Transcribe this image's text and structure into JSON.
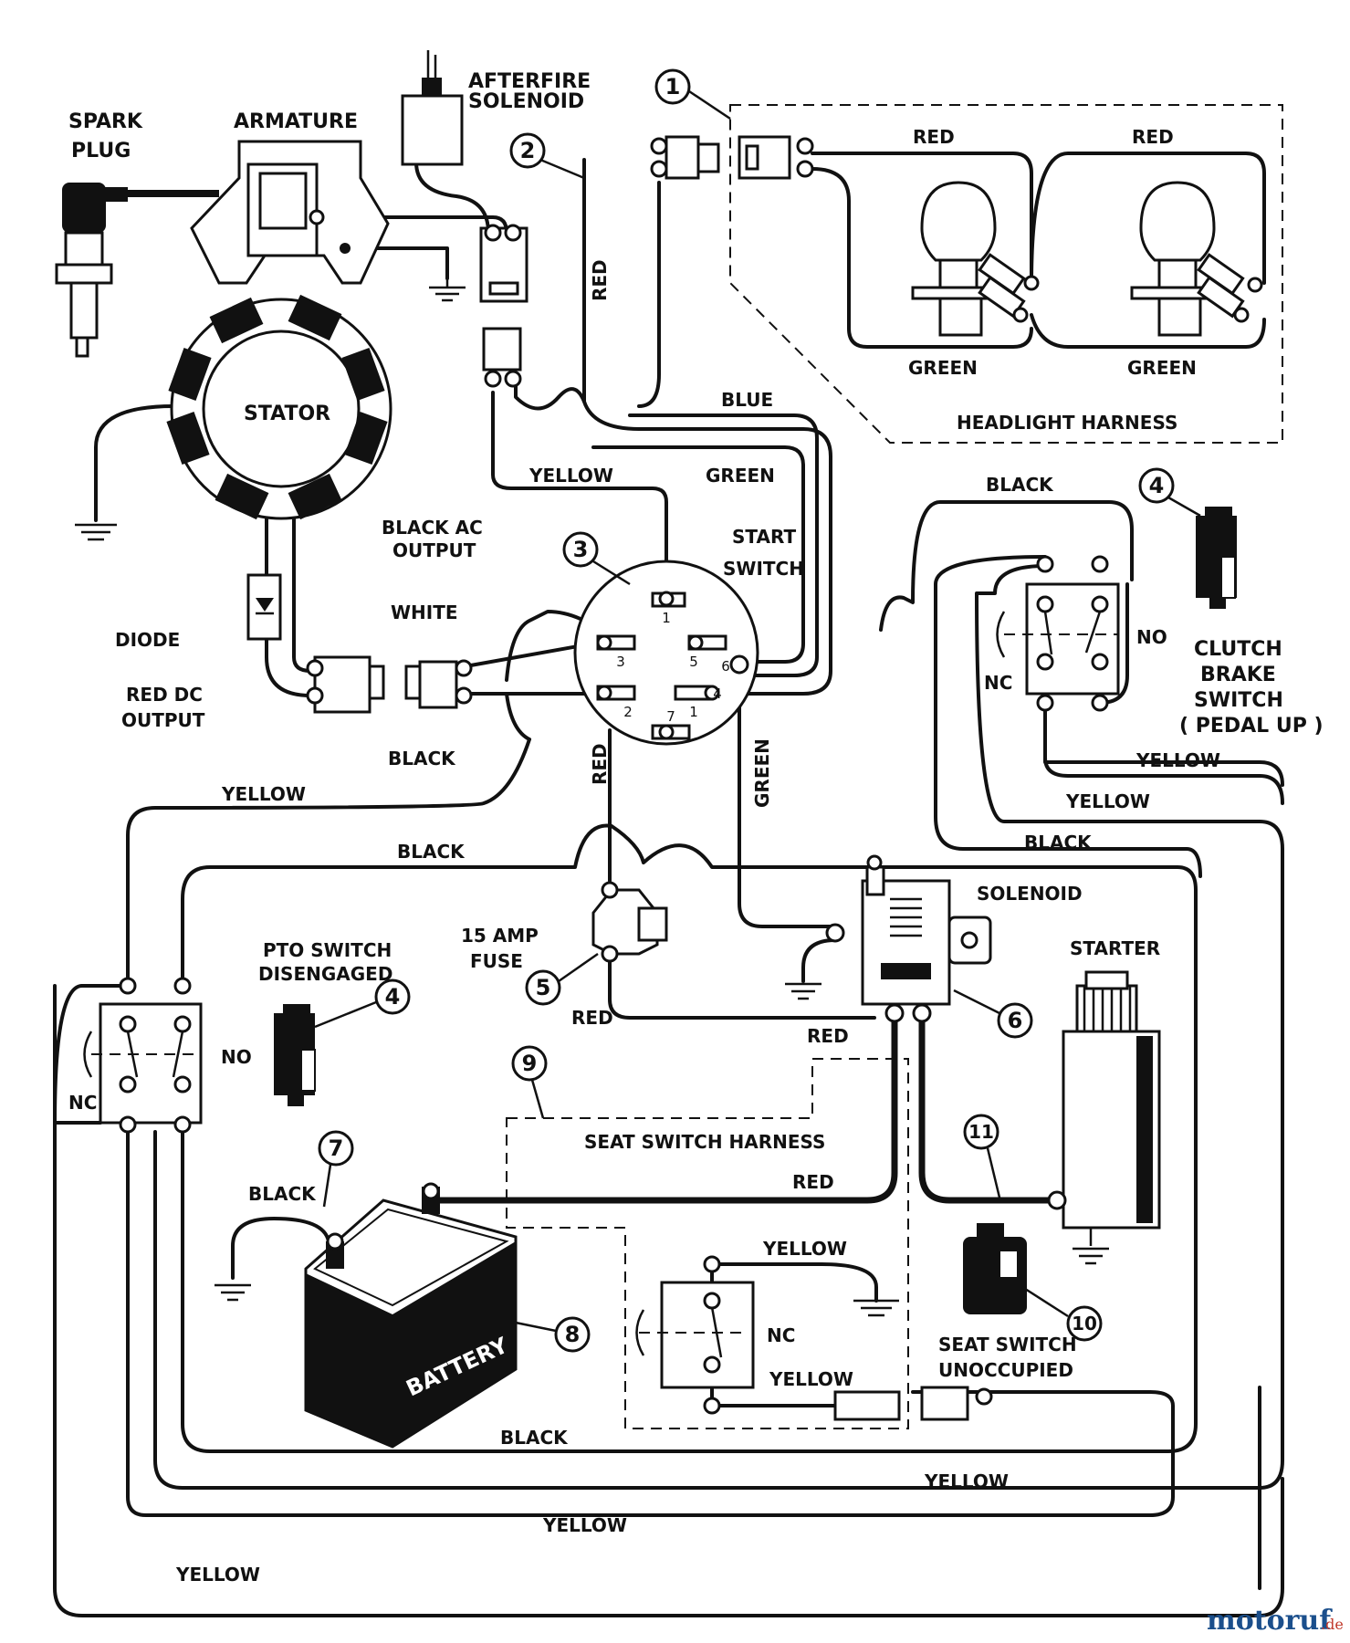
{
  "labels": {
    "spark_plug_1": "SPARK",
    "spark_plug_2": "PLUG",
    "armature": "ARMATURE",
    "afterfire_1": "AFTERFIRE",
    "afterfire_2": "SOLENOID",
    "stator": "STATOR",
    "black_ac_1": "BLACK AC",
    "black_ac_2": "OUTPUT",
    "diode": "DIODE",
    "red_dc_1": "RED DC",
    "red_dc_2": "OUTPUT",
    "white": "WHITE",
    "black_output": "BLACK",
    "start_switch_1": "START",
    "start_switch_2": "SWITCH",
    "headlight_harness": "HEADLIGHT HARNESS",
    "clutch_1": "CLUTCH",
    "clutch_2": "BRAKE",
    "clutch_3": "SWITCH",
    "clutch_4": "( PEDAL UP )",
    "pto_1": "PTO SWITCH",
    "pto_2": "DISENGAGED",
    "fuse_1": "15 AMP",
    "fuse_2": "FUSE",
    "solenoid": "SOLENOID",
    "starter": "STARTER",
    "seat_harness": "SEAT SWITCH HARNESS",
    "seat_unocc_1": "SEAT SWITCH",
    "seat_unocc_2": "UNOCCUPIED",
    "battery": "BATTERY"
  },
  "wire_labels": {
    "red_head_1": "RED",
    "red_head_2": "RED",
    "green_head_1": "GREEN",
    "green_head_2": "GREEN",
    "red_vert": "RED",
    "blue": "BLUE",
    "green_mid": "GREEN",
    "yellow_top": "YELLOW",
    "black_top": "BLACK",
    "yellow_left": "YELLOW",
    "black_left": "BLACK",
    "red_switch": "RED",
    "green_switch": "GREEN",
    "yellow_clutch_1": "YELLOW",
    "yellow_clutch_2": "YELLOW",
    "black_right": "BLACK",
    "red_fuse": "RED",
    "red_sol": "RED",
    "red_batt": "RED",
    "black_batt": "BLACK",
    "yellow_seat_1": "YELLOW",
    "yellow_seat_2": "YELLOW",
    "black_bottom": "BLACK",
    "yellow_b1": "YELLOW",
    "yellow_b2": "YELLOW",
    "yellow_b3": "YELLOW"
  },
  "switch_labels": {
    "clutch_no": "NO",
    "clutch_nc": "NC",
    "pto_no": "NO",
    "pto_nc": "NC",
    "seat_nc": "NC"
  },
  "pins": [
    "1",
    "3",
    "5",
    "6",
    "2",
    "7",
    "1",
    "4"
  ],
  "callouts": [
    "1",
    "2",
    "3",
    "4",
    "4",
    "5",
    "6",
    "7",
    "8",
    "9",
    "10",
    "11"
  ],
  "watermark": {
    "main": "motoruf",
    "suffix": ".de"
  },
  "colors": {
    "ink": "#111111",
    "background": "#ffffff",
    "watermark_blue": "#1b4f8c",
    "watermark_red": "#c0392b"
  }
}
